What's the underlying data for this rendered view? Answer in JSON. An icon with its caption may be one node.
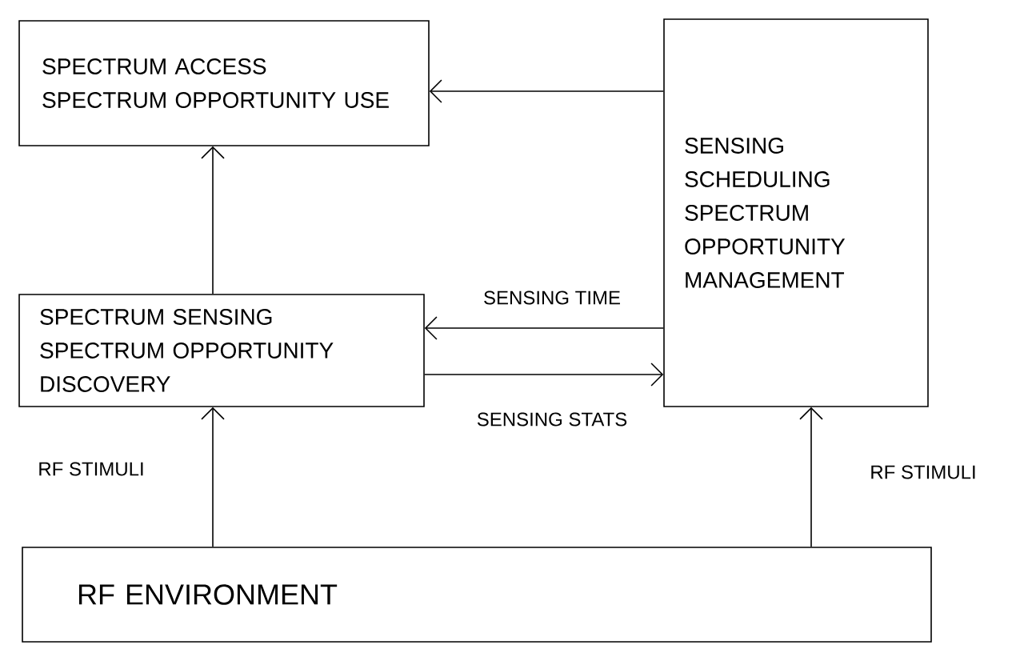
{
  "diagram": {
    "nodes": [
      {
        "text": [
          "SPECTRUM ACCESS",
          "SPECTRUM OPPORTUNITY USE"
        ]
      },
      {
        "text": [
          "SENSING SCHEDULING",
          "SPECTRUM OPPORTUNITY MANAGEMENT"
        ]
      },
      {
        "text": [
          "SPECTRUM SENSING",
          "SPECTRUM OPPORTUNITY DISCOVERY"
        ]
      },
      {
        "text": [
          "RF ENVIRONMENT"
        ]
      }
    ],
    "edges": [
      {
        "from": 1,
        "to": 0,
        "arrow": "to"
      },
      {
        "from": 2,
        "to": 0,
        "arrow": "to"
      },
      {
        "from": 1,
        "to": 2,
        "arrow": "to",
        "label": "SENSING TIME"
      },
      {
        "from": 2,
        "to": 1,
        "arrow": "to",
        "label": "SENSING STATS"
      },
      {
        "from": 3,
        "to": 2,
        "arrow": "to",
        "label": "RF STIMULI"
      },
      {
        "from": 3,
        "to": 1,
        "arrow": "to",
        "label": "RF STIMULI"
      }
    ]
  }
}
